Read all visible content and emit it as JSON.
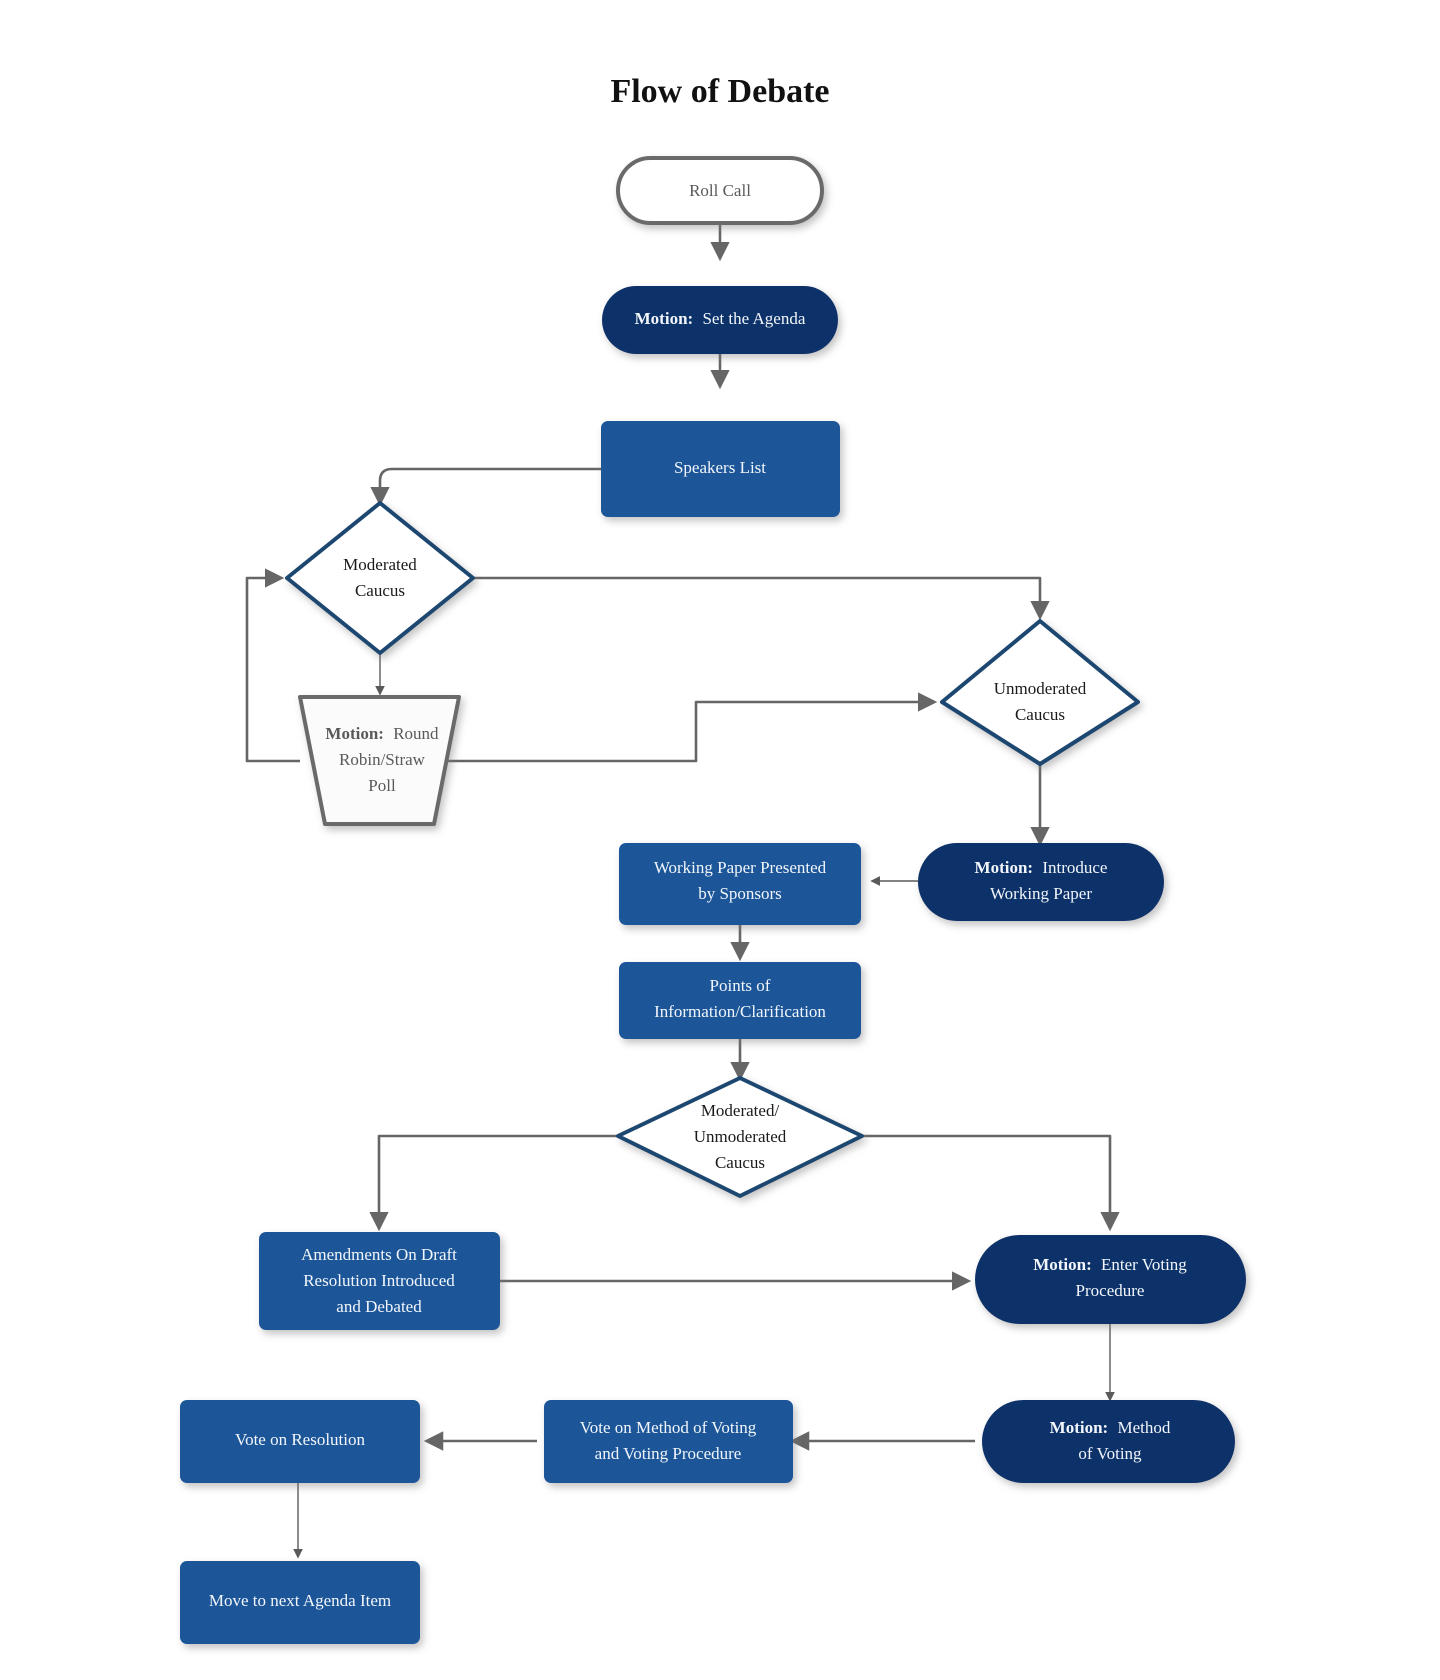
{
  "diagram": {
    "title": "Flow of Debate",
    "colors": {
      "process_fill": "#1f5699",
      "motion_fill": "#10336b",
      "decision_stroke": "#1c4670",
      "terminal_stroke": "#6b6b6b",
      "edge_stroke": "#666666",
      "background": "#ffffff"
    },
    "nodes": [
      {
        "id": "roll-call",
        "shape": "terminal",
        "prefix": "",
        "lines": [
          "Roll Call"
        ]
      },
      {
        "id": "set-agenda",
        "shape": "motion",
        "prefix": "Motion:",
        "lines": [
          "Set the Agenda"
        ]
      },
      {
        "id": "speakers-list",
        "shape": "process",
        "prefix": "",
        "lines": [
          "Speakers List"
        ]
      },
      {
        "id": "moderated-caucus",
        "shape": "decision",
        "prefix": "",
        "lines": [
          "Moderated",
          "Caucus"
        ]
      },
      {
        "id": "round-robin",
        "shape": "manual",
        "prefix": "Motion:",
        "lines": [
          "Round",
          "Robin/Straw",
          "Poll"
        ]
      },
      {
        "id": "unmoderated-caucus",
        "shape": "decision",
        "prefix": "",
        "lines": [
          "Unmoderated",
          "Caucus"
        ]
      },
      {
        "id": "introduce-working-paper",
        "shape": "motion",
        "prefix": "Motion:",
        "lines": [
          "Introduce",
          "Working Paper"
        ]
      },
      {
        "id": "working-paper-presented",
        "shape": "process",
        "prefix": "",
        "lines": [
          "Working Paper Presented",
          "by Sponsors"
        ]
      },
      {
        "id": "points-of-information",
        "shape": "process",
        "prefix": "",
        "lines": [
          "Points of",
          "Information/Clarification"
        ]
      },
      {
        "id": "mod-unmod-caucus",
        "shape": "decision",
        "prefix": "",
        "lines": [
          "Moderated/",
          "Unmoderated",
          "Caucus"
        ]
      },
      {
        "id": "amendments",
        "shape": "process",
        "prefix": "",
        "lines": [
          "Amendments On Draft",
          "Resolution Introduced",
          "and Debated"
        ]
      },
      {
        "id": "enter-voting",
        "shape": "motion",
        "prefix": "Motion:",
        "lines": [
          "Enter Voting",
          "Procedure"
        ]
      },
      {
        "id": "method-of-voting",
        "shape": "motion",
        "prefix": "Motion:",
        "lines": [
          "Method",
          "of Voting"
        ]
      },
      {
        "id": "vote-on-method",
        "shape": "process",
        "prefix": "",
        "lines": [
          "Vote on Method of Voting",
          "and Voting Procedure"
        ]
      },
      {
        "id": "vote-on-resolution",
        "shape": "process",
        "prefix": "",
        "lines": [
          "Vote on Resolution"
        ]
      },
      {
        "id": "next-agenda-item",
        "shape": "process",
        "prefix": "",
        "lines": [
          "Move to next Agenda Item"
        ]
      }
    ],
    "edges": [
      {
        "from": "roll-call",
        "to": "set-agenda"
      },
      {
        "from": "set-agenda",
        "to": "speakers-list"
      },
      {
        "from": "speakers-list",
        "to": "moderated-caucus"
      },
      {
        "from": "moderated-caucus",
        "to": "unmoderated-caucus"
      },
      {
        "from": "moderated-caucus",
        "to": "round-robin"
      },
      {
        "from": "round-robin",
        "to": "moderated-caucus"
      },
      {
        "from": "round-robin",
        "to": "unmoderated-caucus"
      },
      {
        "from": "unmoderated-caucus",
        "to": "introduce-working-paper"
      },
      {
        "from": "introduce-working-paper",
        "to": "working-paper-presented"
      },
      {
        "from": "working-paper-presented",
        "to": "points-of-information"
      },
      {
        "from": "points-of-information",
        "to": "mod-unmod-caucus"
      },
      {
        "from": "mod-unmod-caucus",
        "to": "amendments"
      },
      {
        "from": "mod-unmod-caucus",
        "to": "enter-voting"
      },
      {
        "from": "amendments",
        "to": "enter-voting"
      },
      {
        "from": "enter-voting",
        "to": "method-of-voting"
      },
      {
        "from": "method-of-voting",
        "to": "vote-on-method"
      },
      {
        "from": "vote-on-method",
        "to": "vote-on-resolution"
      },
      {
        "from": "vote-on-resolution",
        "to": "next-agenda-item"
      }
    ]
  }
}
